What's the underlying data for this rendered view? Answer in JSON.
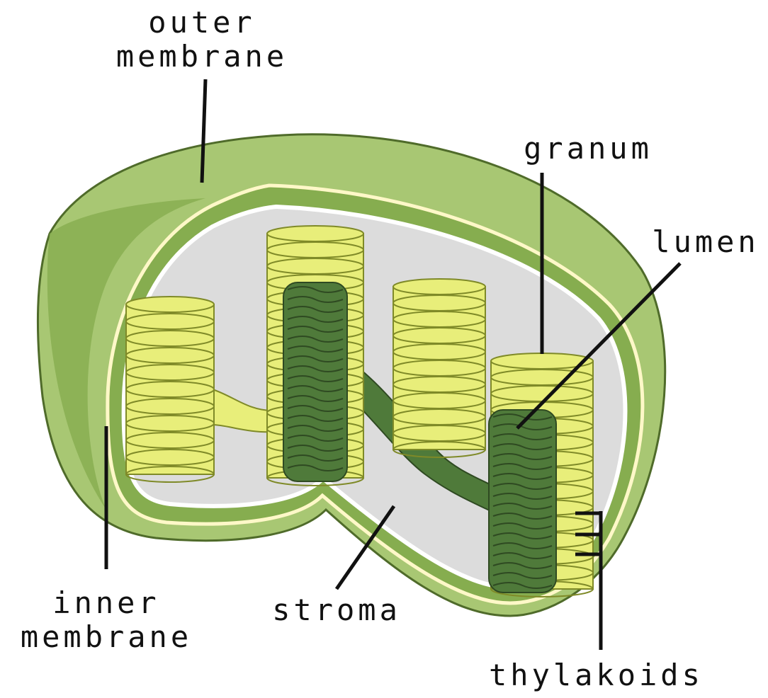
{
  "colors": {
    "outer_membrane": "#a8c773",
    "outer_membrane_dark": "#6f9a3a",
    "inner_band": "#8db455",
    "stroma": "#dcdcdc",
    "granum_yellow": "#e8ee7a",
    "granum_line": "#7f8a28",
    "lumen_green": "#4f7a3a",
    "leader_line": "#111111"
  },
  "labels": {
    "outer_membrane": [
      "outer",
      "membrane"
    ],
    "granum": "granum",
    "lumen": "lumen",
    "inner_membrane": [
      "inner",
      "membrane"
    ],
    "stroma": "stroma",
    "thylakoids": "thylakoids"
  }
}
